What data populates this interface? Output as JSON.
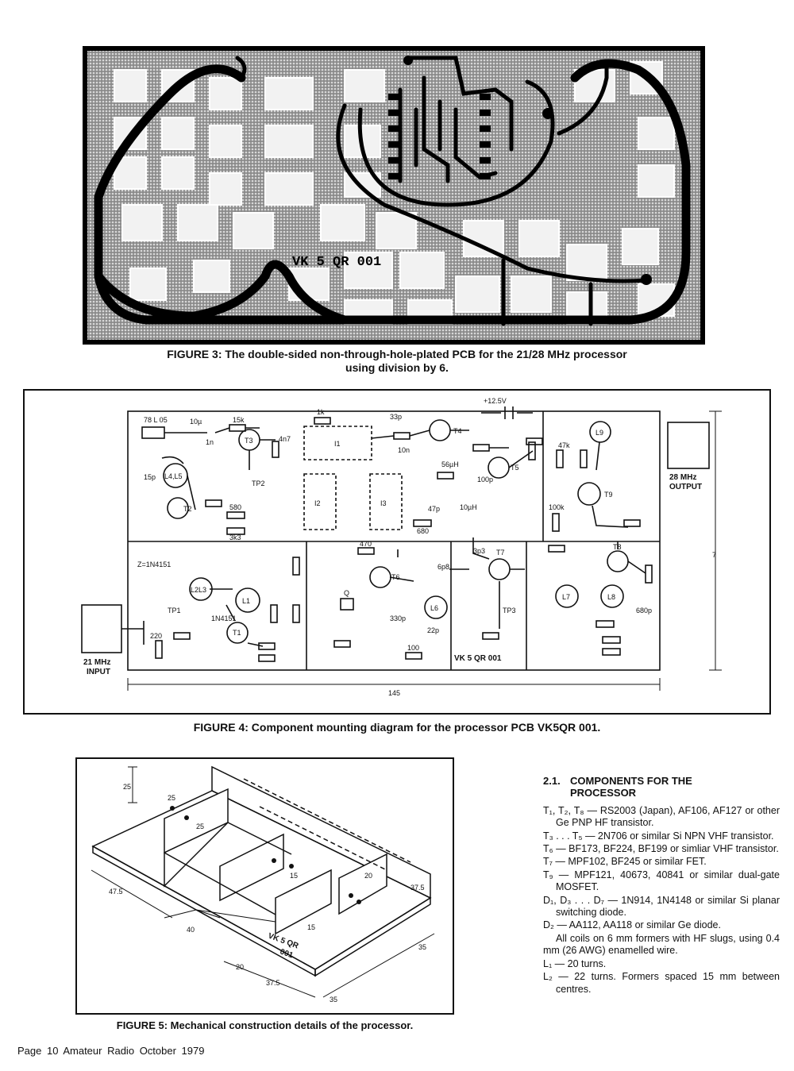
{
  "figure3": {
    "caption_line1": "FIGURE 3: The double-sided non-through-hole-plated PCB for the 21/28 MHz processor",
    "caption_line2": "using division by 6.",
    "board_marking": "VK 5 QR 001"
  },
  "figure4": {
    "caption": "FIGURE 4: Component mounting diagram for the processor PCB VK5QR 001.",
    "labels": {
      "regulator": "78 L 05",
      "supply": "+12.5V",
      "input": "21 MHz",
      "input2": "INPUT",
      "output": "28 MHz",
      "output2": "OUTPUT",
      "board": "VK 5 QR 001",
      "width_dim": "145",
      "height_dim": "7",
      "tp1": "TP1",
      "tp2": "TP2",
      "tp3": "TP3",
      "t1": "T1",
      "t2": "T2",
      "t3": "T3",
      "t4": "T4",
      "t5": "T5",
      "t6": "T6",
      "t7": "T7",
      "t8": "T8",
      "t9": "T9",
      "l1": "L1",
      "l2l3": "L2L3",
      "l4l5": "L4,L5",
      "l6": "L6",
      "l7": "L7",
      "l8": "L8",
      "l9": "L9",
      "i1": "I1",
      "i2": "I2",
      "i3": "I3",
      "q": "Q",
      "r15k": "15k",
      "r1k": "1k",
      "r580": "580",
      "r3k3": "3k3",
      "r680": "680",
      "r470": "470",
      "r100": "100",
      "r220": "220",
      "r47k": "47k",
      "r100k": "100k",
      "c10u": "10µ",
      "c1n": "1n",
      "c4n7": "4n7",
      "c15p": "15p",
      "c33p": "33p",
      "c10n": "10n",
      "c47p": "47p",
      "c100p": "100p",
      "c330p": "330p",
      "c22p": "22p",
      "c6p8": "6p8",
      "c3p3": "3p3",
      "c680p": "680p",
      "d1n4151": "1N4151",
      "dz": "Z=1N4151",
      "l56u": "56µH",
      "l10u": "10µH"
    }
  },
  "figure5": {
    "caption": "FIGURE 5: Mechanical construction details of the processor.",
    "dims": {
      "d25a": "25",
      "d25b": "25",
      "d25c": "25",
      "d475": "47.5",
      "d40": "40",
      "d20a": "20",
      "d20b": "20",
      "d375a": "37.5",
      "d375b": "37.5",
      "d35a": "35",
      "d35b": "35",
      "d15a": "15",
      "d15b": "15"
    },
    "board_marking_1": "VK 5 QR",
    "board_marking_2": "001"
  },
  "components": {
    "heading_number": "2.1.",
    "heading_line1": "COMPONENTS FOR THE",
    "heading_line2": "PROCESSOR",
    "items": [
      "T₁, T₂, T₈ — RS2003 (Japan), AF106, AF127 or other Ge PNP HF transistor.",
      "T₃ . . . T₅ — 2N706 or similar Si NPN VHF transistor.",
      "T₆ — BF173, BF224, BF199 or simliar VHF transistor.",
      "T₇ — MPF102, BF245 or similar FET.",
      "T₉ — MPF121, 40673, 40841 or similar dual-gate MOSFET.",
      "D₁, D₃ . . . D₇ — 1N914, 1N4148 or similar Si planar switching diode.",
      "D₂ — AA112, AA118 or similar Ge diode."
    ],
    "note": "All coils on 6 mm formers with HF slugs, using 0.4 mm (26 AWG) enamelled wire.",
    "coils": [
      "L₁ — 20 turns.",
      "L₂ — 22 turns. Formers spaced 15 mm between centres."
    ]
  },
  "footer": {
    "page": "Page 10",
    "magazine": "Amateur Radio",
    "date": "October 1979"
  },
  "colors": {
    "ink": "#111111",
    "pcb_dark": "#000000",
    "pcb_light": "#d9d9d9"
  }
}
